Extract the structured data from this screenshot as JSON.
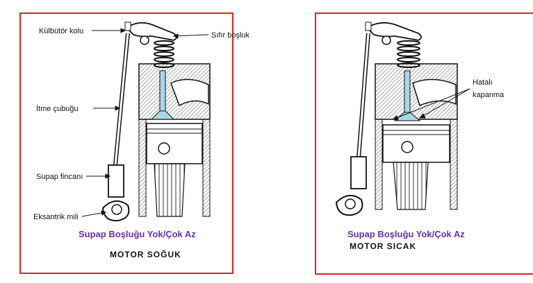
{
  "left": {
    "labels": {
      "rocker_arm": "Külbütör kolu",
      "zero_clearance": "Sıfır boşluk",
      "push_rod": "İtme çubuğu",
      "valve_lifter": "Supap fincanı",
      "camshaft": "Eksantrik mili"
    },
    "caption": "Supap Boşluğu Yok/Çok Az",
    "state": "MOTOR SOĞUK"
  },
  "right": {
    "labels": {
      "faulty_closing_line1": "Hatalı",
      "faulty_closing_line2": "kapanma"
    },
    "caption": "Supap Boşluğu Yok/Çok Az",
    "state": "MOTOR SICAK"
  },
  "colors": {
    "frame": "#e0201e",
    "caption": "#6b2fa0",
    "hatch": "#555555",
    "valve": "#a8d8e8"
  }
}
